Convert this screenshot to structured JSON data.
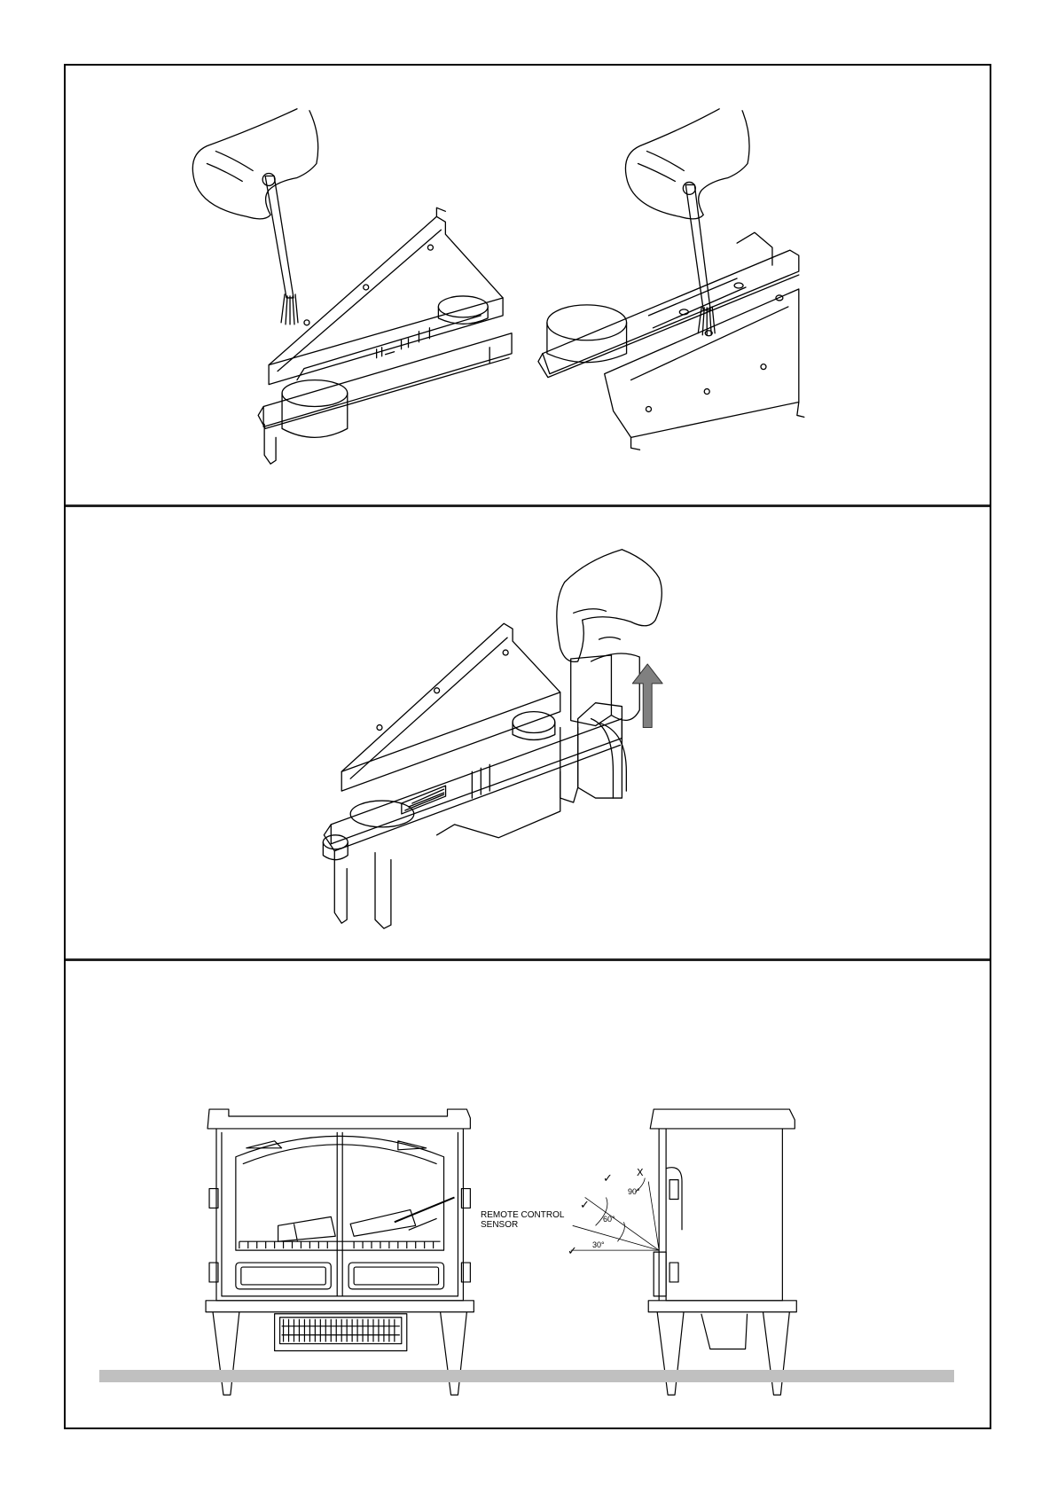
{
  "sensor": {
    "line1": "REMOTE CONTROL",
    "line2": "SENSOR"
  },
  "angles": {
    "a90": "90°",
    "a60": "60°",
    "a30": "30°"
  },
  "marks": {
    "ok": "✓",
    "no": "X"
  },
  "colors": {
    "line": "#000000",
    "arrow": "#808080",
    "floor": "#c0c0c0"
  }
}
